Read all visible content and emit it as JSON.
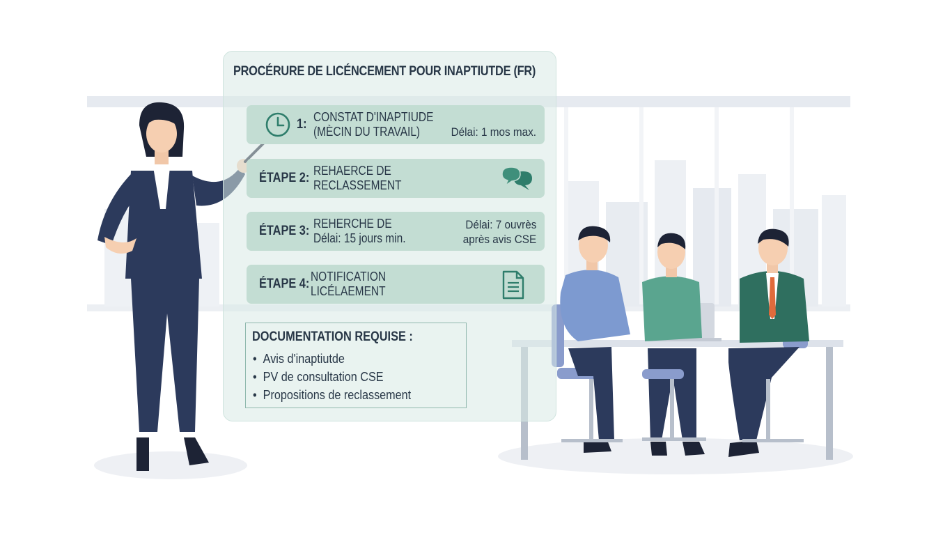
{
  "title": "PROCÉRURE DE LICÉNCEMENT POUR INAPTIUTDE (FR)",
  "steps": [
    {
      "label": "1:",
      "line1": "CONSTAT D'INAPTIUDE",
      "line2": "(MÈCIN DU TRAVAIL)",
      "delay1": "Délai: 1 mos max.",
      "delay2": "",
      "icon": "clock-icon"
    },
    {
      "label": "ÉTAPE 2:",
      "line1": "REHAERCE DE",
      "line2": "RECLASSEMENT",
      "delay1": "",
      "delay2": "",
      "icon": "chat-bubbles-icon"
    },
    {
      "label": "ÉTAPE 3:",
      "line1": "REHERCHE DE",
      "line2": "Délai: 15 jours min.",
      "delay1": "Délai: 7 ouvrès",
      "delay2": "après avis CSE",
      "icon": ""
    },
    {
      "label": "ÉTAPE 4:",
      "line1": "NOTIFICATION",
      "line2": "LICÉLAEMENT",
      "delay1": "",
      "delay2": "",
      "icon": "document-icon"
    }
  ],
  "documentation": {
    "title": "DOCUMENTATION REQUISE :",
    "items": [
      "Avis d'inaptiutde",
      "PV de consultation CSE",
      "Propositions de reclassement"
    ]
  },
  "colors": {
    "accent": "#2e7d6b",
    "step_bg": "#c3ddd3",
    "suit_navy": "#2c3a5c",
    "text": "#283747"
  }
}
